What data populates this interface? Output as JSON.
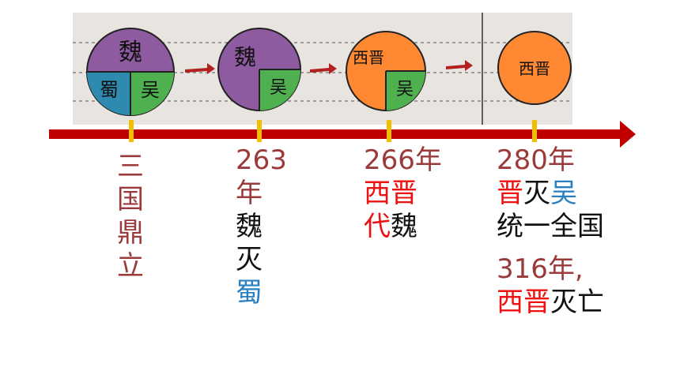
{
  "colors": {
    "axis": "#c00000",
    "tick": "#f0c000",
    "wei": "#8e5aa0",
    "shu": "#2f8ab0",
    "wu": "#4fb04f",
    "jin": "#ff8833",
    "date": "#9a3a3a",
    "jin_text": "#ee1111",
    "shu_text": "#2a7fc0"
  },
  "circles": {
    "c1": {
      "wei": "魏",
      "shu": "蜀",
      "wu": "吴"
    },
    "c2": {
      "wei": "魏",
      "wu": "吴"
    },
    "c3": {
      "jin": "西晋",
      "wu": "吴"
    },
    "c4": {
      "jin": "西晋"
    }
  },
  "labels": {
    "e1": {
      "chars": [
        "三",
        "国",
        "鼎",
        "立"
      ]
    },
    "e2": {
      "year_num": "263",
      "year_unit": "年",
      "wei": "魏",
      "mie": "灭",
      "shu": "蜀"
    },
    "e3": {
      "year": "266年",
      "jin": "西晋",
      "dai": "代",
      "wei": "魏"
    },
    "e4": {
      "year": "280年",
      "jin": "晋",
      "mie": "灭",
      "wu": "吴",
      "unify": "统一全国",
      "year2": "316年,",
      "jin2": "西晋",
      "fall": "灭亡"
    }
  }
}
